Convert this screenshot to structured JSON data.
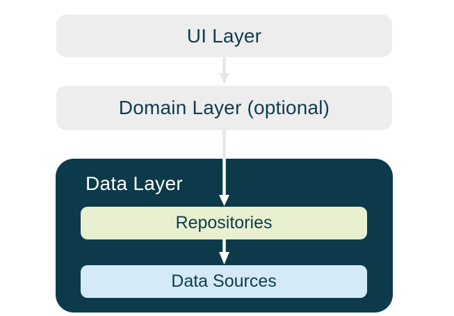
{
  "layers": {
    "ui_label": "UI Layer",
    "domain_label": "Domain Layer (optional)",
    "data_label": "Data Layer",
    "repositories_label": "Repositories",
    "data_sources_label": "Data Sources"
  },
  "colors": {
    "background": "#ffffff",
    "layer_box_gray": "#ededed",
    "data_layer_navy": "#0c3a4a",
    "repositories_green": "#e9f0d0",
    "data_sources_blue": "#d5eaf8",
    "text_dark": "#0d3c4e",
    "text_light": "#ffffff",
    "arrow_gray": "#e7e7e7",
    "arrow_white": "#ffffff"
  }
}
